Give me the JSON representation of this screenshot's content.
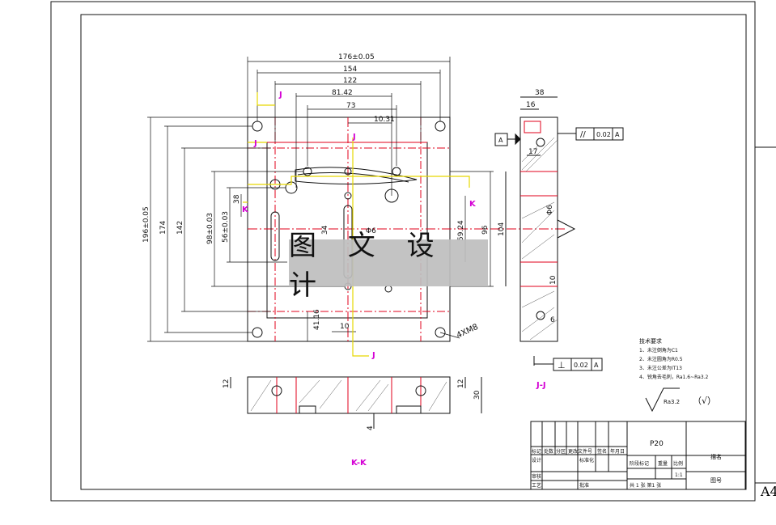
{
  "colors": {
    "line": "#111111",
    "red": "#e0001b",
    "yellow": "#e6d800",
    "magenta": "#d400d4",
    "watermark_bg": "#bdbdbd"
  },
  "watermark": "图 文 设 计",
  "sheet_size": "A4",
  "dims": {
    "d176": "176±0.05",
    "d154": "154",
    "d122": "122",
    "d8142": "81.42",
    "d73": "73",
    "d1031": "10.31",
    "d196": "196±0.05",
    "d174": "174",
    "d142": "142",
    "d98": "98±0.03",
    "d56": "56±0.03",
    "d38": "38",
    "d34": "34",
    "d6": "Φ6",
    "d5924": "59.24",
    "d96": "96",
    "d4116": "41.16",
    "d10": "10",
    "holes": "4XM8",
    "side38": "38",
    "side16": "16",
    "side17": "17",
    "side104": "104",
    "side6": "Φ6",
    "side10": "10",
    "side6b": "6",
    "b12a": "12",
    "b12b": "12",
    "b30": "30",
    "b4": "4"
  },
  "section_labels": {
    "j_top": "J",
    "j_left": "J",
    "j_mid": "J",
    "j_bottom": "J",
    "k_left": "K",
    "k_right": "K",
    "jj": "J-J",
    "kk": "K-K"
  },
  "gdt": {
    "datum": "A",
    "parallel_tol": "0.02",
    "parallel_ref": "A",
    "perp_tol": "0.02",
    "perp_ref": "A"
  },
  "tech_notes": {
    "title": "技术要求",
    "items": [
      "1、未注倒角为C1",
      "2、未注圆角为R0.5",
      "3、未注公差为IT13",
      "4、锐角去毛刺，Ra1.6~Ra3.2"
    ]
  },
  "roughness": {
    "value": "Ra3.2",
    "mark": "（√）"
  },
  "title_block": {
    "part_no": "P20",
    "name_label": "描名",
    "drawing_no": "图号",
    "row_heads": [
      "标记",
      "处数",
      "分区",
      "更改文件号",
      "签名",
      "年月日"
    ],
    "design": "设计",
    "design_date": "标准化",
    "stage_mark": "阶段标记",
    "weight": "重量",
    "scale": "比例",
    "scale_val": "1:1",
    "review": "审核",
    "process": "工艺",
    "approve": "批准",
    "sheets": "共 1 张  第1 张"
  }
}
